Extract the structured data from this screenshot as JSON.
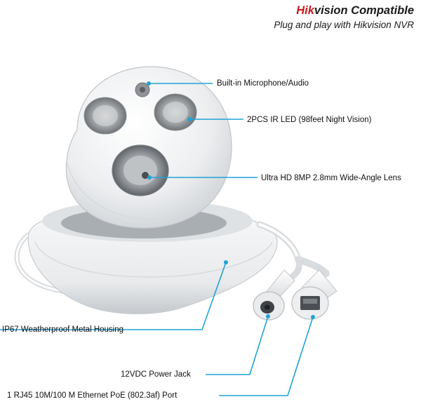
{
  "header": {
    "brand_prefix": "Hik",
    "brand_rest": "vision Compatible",
    "tagline": "Plug and play with Hikvision NVR"
  },
  "callouts": {
    "microphone": "Built-in Microphone/Audio",
    "ir_led": "2PCS IR LED (98feet Night Vision)",
    "lens": "Ultra HD 8MP 2.8mm Wide-Angle Lens",
    "housing": "IP67 Weatherproof Metal Housing",
    "power": "12VDC Power Jack",
    "ethernet": "1 RJ45 10M/100 M Ethernet PoE (802.3af) Port"
  },
  "colors": {
    "accent_line": "#1fa3d6",
    "brand_red": "#c8191e",
    "camera_body": "#f2f3f4",
    "text": "#111111"
  }
}
